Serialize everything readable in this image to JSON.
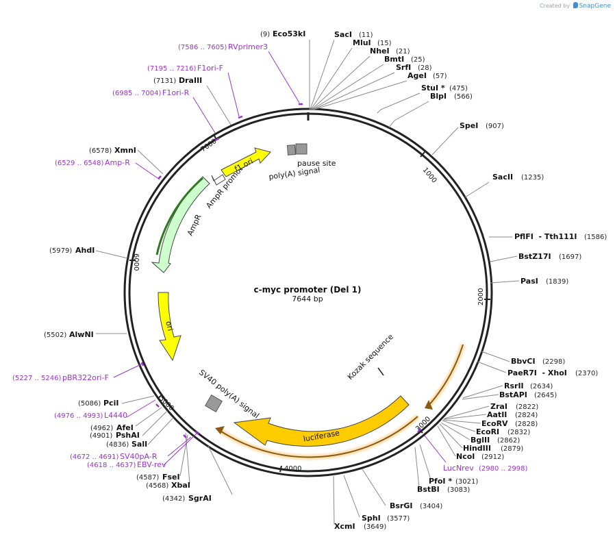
{
  "credit": {
    "prefix": "Created by",
    "brand": "SnapGene"
  },
  "plasmid": {
    "name": "c-myc promoter (Del 1)",
    "size_label": "7644 bp",
    "length": 7644
  },
  "ticks": [
    {
      "pos": 1000,
      "label": "1000"
    },
    {
      "pos": 2000,
      "label": "2000"
    },
    {
      "pos": 3000,
      "label": "3000"
    },
    {
      "pos": 4000,
      "label": "4000"
    },
    {
      "pos": 5000,
      "label": "5000"
    },
    {
      "pos": 6000,
      "label": "6000"
    },
    {
      "pos": 7000,
      "label": "7000"
    }
  ],
  "sites": [
    {
      "name": "Eco53kI",
      "pos_label": "(9)",
      "pos": 9
    },
    {
      "name": "SacI",
      "pos_label": "(11)",
      "pos": 11
    },
    {
      "name": "MluI",
      "pos_label": "(15)",
      "pos": 15
    },
    {
      "name": "NheI",
      "pos_label": "(21)",
      "pos": 21
    },
    {
      "name": "BmtI",
      "pos_label": "(25)",
      "pos": 25
    },
    {
      "name": "SrfI",
      "pos_label": "(28)",
      "pos": 28
    },
    {
      "name": "AgeI",
      "pos_label": "(57)",
      "pos": 57
    },
    {
      "name": "StuI *",
      "pos_label": "(475)",
      "pos": 475
    },
    {
      "name": "BlpI",
      "pos_label": "(566)",
      "pos": 566
    },
    {
      "name": "SpeI",
      "pos_label": "(907)",
      "pos": 907
    },
    {
      "name": "SacII",
      "pos_label": "(1235)",
      "pos": 1235
    },
    {
      "name": "PflFI  - Tth111I",
      "pos_label": "(1586)",
      "pos": 1586
    },
    {
      "name": "BstZ17I",
      "pos_label": "(1697)",
      "pos": 1697
    },
    {
      "name": "PasI",
      "pos_label": "(1839)",
      "pos": 1839
    },
    {
      "name": "BbvCI",
      "pos_label": "(2298)",
      "pos": 2298
    },
    {
      "name": "PaeR7I  - XhoI",
      "pos_label": "(2370)",
      "pos": 2370
    },
    {
      "name": "RsrII",
      "pos_label": "(2634)",
      "pos": 2634
    },
    {
      "name": "BstAPI",
      "pos_label": "(2645)",
      "pos": 2645
    },
    {
      "name": "ZraI",
      "pos_label": "(2822)",
      "pos": 2822
    },
    {
      "name": "AatII",
      "pos_label": "(2824)",
      "pos": 2824
    },
    {
      "name": "EcoRV",
      "pos_label": "(2828)",
      "pos": 2828
    },
    {
      "name": "EcoRI",
      "pos_label": "(2832)",
      "pos": 2832
    },
    {
      "name": "BglII",
      "pos_label": "(2862)",
      "pos": 2862
    },
    {
      "name": "HindIII",
      "pos_label": "(2879)",
      "pos": 2879
    },
    {
      "name": "NcoI",
      "pos_label": "(2912)",
      "pos": 2912
    },
    {
      "name": "PfoI *",
      "pos_label": "(3021)",
      "pos": 3021
    },
    {
      "name": "BstBI",
      "pos_label": "(3083)",
      "pos": 3083
    },
    {
      "name": "BsrGI",
      "pos_label": "(3404)",
      "pos": 3404
    },
    {
      "name": "SphI",
      "pos_label": "(3577)",
      "pos": 3577
    },
    {
      "name": "XcmI",
      "pos_label": "(3649)",
      "pos": 3649
    },
    {
      "name": "SgrAI",
      "pos_label": "(4342)",
      "pos": 4342
    },
    {
      "name": "XbaI",
      "pos_label": "(4568)",
      "pos": 4568
    },
    {
      "name": "FseI",
      "pos_label": "(4587)",
      "pos": 4587
    },
    {
      "name": "SalI",
      "pos_label": "(4836)",
      "pos": 4836
    },
    {
      "name": "PshAI",
      "pos_label": "(4901)",
      "pos": 4901
    },
    {
      "name": "AfeI",
      "pos_label": "(4962)",
      "pos": 4962
    },
    {
      "name": "PciI",
      "pos_label": "(5086)",
      "pos": 5086
    },
    {
      "name": "AlwNI",
      "pos_label": "(5502)",
      "pos": 5502
    },
    {
      "name": "AhdI",
      "pos_label": "(5979)",
      "pos": 5979
    },
    {
      "name": "XmnI",
      "pos_label": "(6578)",
      "pos": 6578
    },
    {
      "name": "DraIII",
      "pos_label": "(7131)",
      "pos": 7131
    }
  ],
  "primers": [
    {
      "name": "RVprimer3",
      "range_label": "(7586 .. 7605)",
      "start": 7586
    },
    {
      "name": "F1ori-F",
      "range_label": "(7195 .. 7216)",
      "start": 7195
    },
    {
      "name": "F1ori-R",
      "range_label": "(6985 .. 7004)",
      "start": 6985
    },
    {
      "name": "Amp-R",
      "range_label": "(6529 .. 6548)",
      "start": 6529
    },
    {
      "name": "pBR322ori-F",
      "range_label": "(5227 .. 5246)",
      "start": 5227
    },
    {
      "name": "L4440",
      "range_label": "(4976 .. 4993)",
      "start": 4976
    },
    {
      "name": "SV40pA-R",
      "range_label": "(4672 .. 4691)",
      "start": 4672
    },
    {
      "name": "EBV-rev",
      "range_label": "(4618 .. 4637)",
      "start": 4618
    },
    {
      "name": "LucNrev",
      "range_label": "(2980 .. 2998)",
      "start": 2980
    }
  ],
  "features": [
    {
      "name": "f1 ori",
      "color": "#ffff00"
    },
    {
      "name": "AmpR promoter",
      "color": "#ffffff"
    },
    {
      "name": "AmpR",
      "color": "#ccffcc"
    },
    {
      "name": "ori",
      "color": "#ffff00"
    },
    {
      "name": "luciferase",
      "color": "#ffcc00"
    },
    {
      "name": "SV40 poly(A) signal",
      "color": "#999999"
    },
    {
      "name": "pause site",
      "color": "#999999"
    },
    {
      "name": "poly(A) signal",
      "color": "#999999"
    },
    {
      "name": "Kozak sequence",
      "color": "#ffffff"
    }
  ],
  "colors": {
    "primer": "#9933cc",
    "backbone": "#222222",
    "promoter_highlight": "#f5a623"
  }
}
